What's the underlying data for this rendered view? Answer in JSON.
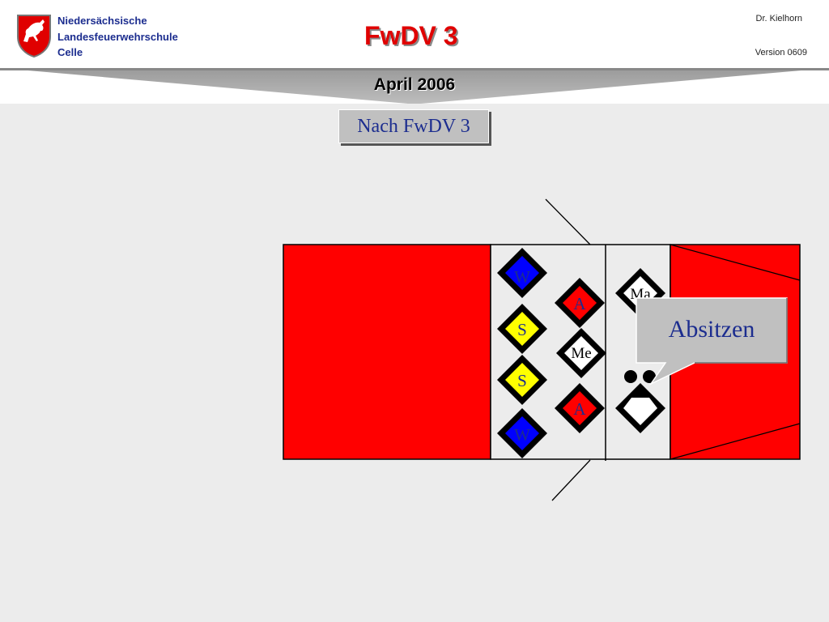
{
  "header": {
    "org_lines": [
      "Niedersächsische",
      "Landesfeuerwehrschule",
      "Celle"
    ],
    "title": "FwDV 3",
    "author": "Dr. Kielhorn",
    "version": "Version 0609",
    "date": "April 2006"
  },
  "source_label": "Nach FwDV 3",
  "crew": [
    {
      "label": "W",
      "color": "#0000ff"
    },
    {
      "label": "S",
      "color": "#ffff00"
    },
    {
      "label": "S",
      "color": "#ffff00"
    },
    {
      "label": "W",
      "color": "#0000ff"
    },
    {
      "label": "A",
      "color": "#ff0000"
    },
    {
      "label": "Me",
      "color": "#ffffff"
    },
    {
      "label": "A",
      "color": "#ff0000"
    },
    {
      "label": "Ma",
      "color": "#ffffff"
    }
  ],
  "callout": "Absitzen",
  "colors": {
    "vehicle": "#ff0000",
    "title": "#e00000",
    "accent": "#1c2d8f"
  }
}
